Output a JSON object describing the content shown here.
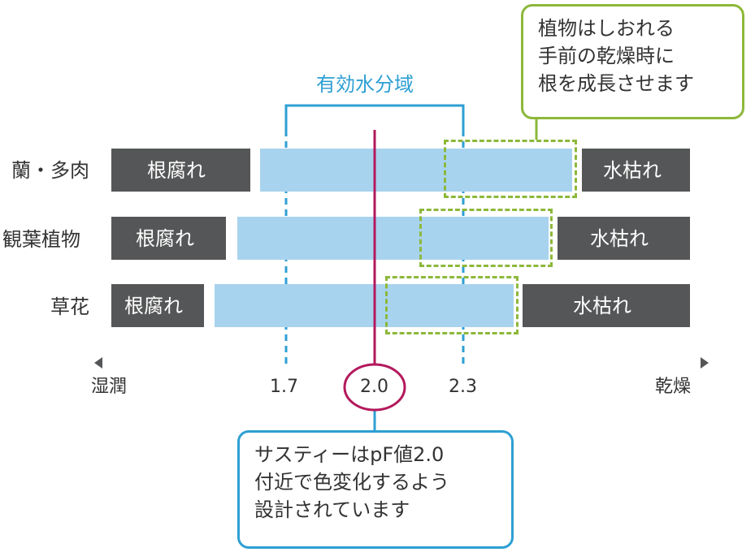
{
  "range": {
    "title": "有効水分域"
  },
  "axis": {
    "left_label": "湿潤",
    "right_label": "乾燥",
    "ticks": [
      "1.7",
      "2.0",
      "2.3"
    ]
  },
  "rows": [
    {
      "label": "蘭・多肉",
      "left": "根腐れ",
      "right": "水枯れ"
    },
    {
      "label": "観葉植物",
      "left": "根腐れ",
      "right": "水枯れ"
    },
    {
      "label": "草花",
      "left": "根腐れ",
      "right": "水枯れ"
    }
  ],
  "callout_top": {
    "lines": [
      "植物はしおれる",
      "手前の乾燥時に",
      "根を成長させます"
    ]
  },
  "callout_bottom": {
    "lines": [
      "サスティーはpF値2.0",
      "付近で色変化するよう",
      "設計されています"
    ]
  },
  "colors": {
    "dark_bar": "#555657",
    "blue_bar": "#a8d3ee",
    "accent_blue": "#2e9fd3",
    "accent_green": "#8db83a",
    "marker": "#b3195c"
  }
}
